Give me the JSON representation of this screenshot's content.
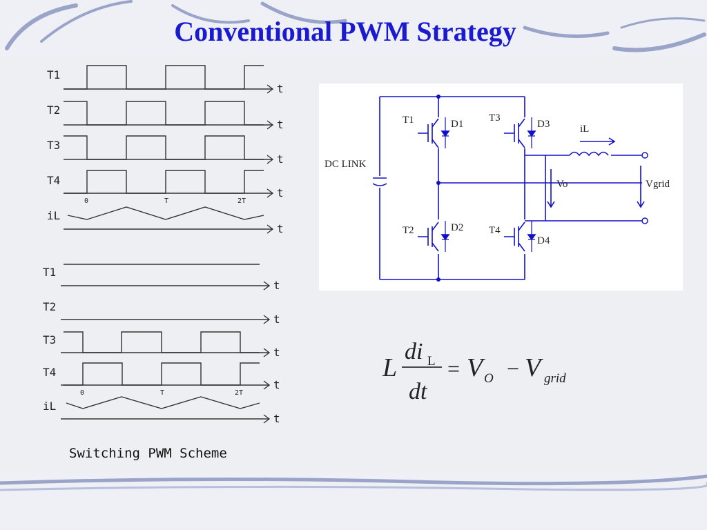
{
  "slide": {
    "title": "Conventional PWM Strategy",
    "caption": "Switching PWM Scheme",
    "colors": {
      "title": "#1a1ad0",
      "line": "#1010c8",
      "ink": "#222222"
    }
  },
  "waveforms_top": {
    "rows": [
      {
        "label": "T1",
        "axis": "t"
      },
      {
        "label": "T2",
        "axis": "t"
      },
      {
        "label": "T3",
        "axis": "t"
      },
      {
        "label": "T4",
        "axis": "t"
      },
      {
        "label": "iL",
        "axis": "t"
      }
    ],
    "ticks": [
      "0",
      "T",
      "2T"
    ]
  },
  "waveforms_bottom": {
    "rows": [
      {
        "label": "T1",
        "axis": "t"
      },
      {
        "label": "T2",
        "axis": "t"
      },
      {
        "label": "T3",
        "axis": "t"
      },
      {
        "label": "T4",
        "axis": "t"
      },
      {
        "label": "iL",
        "axis": "t"
      }
    ],
    "ticks": [
      "0",
      "T",
      "2T"
    ]
  },
  "circuit": {
    "dc_link": "DC LINK",
    "t1": "T1",
    "d1": "D1",
    "t3": "T3",
    "d3": "D3",
    "t2": "T2",
    "d2": "D2",
    "t4": "T4",
    "d4": "D4",
    "il": "iL",
    "vo": "Vo",
    "vgrid": "Vgrid"
  },
  "equation": {
    "l": "L",
    "num": "di",
    "num_sub": "L",
    "den": "dt",
    "eq": "=",
    "vo": "V",
    "vo_sub": "O",
    "minus": "−",
    "vg": "V",
    "vg_sub": "grid"
  }
}
